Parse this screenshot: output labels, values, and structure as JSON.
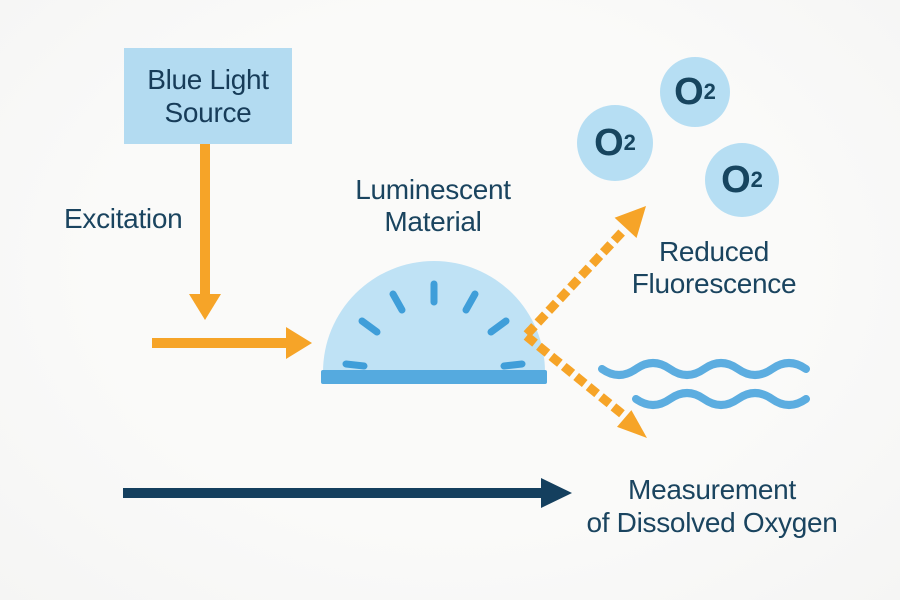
{
  "colors": {
    "background": "#f8f8f7",
    "light_blue_fill": "#b3dbf1",
    "dome_fill": "#bfe2f5",
    "accent_blue": "#47a0d8",
    "wave_blue": "#5cade0",
    "orange": "#f6a428",
    "navy_text": "#1a445f",
    "navy_arrow": "#143f5e"
  },
  "blue_light_source": {
    "line1": "Blue Light",
    "line2": "Source"
  },
  "excitation": {
    "label": "Excitation"
  },
  "luminescent_material": {
    "line1": "Luminescent",
    "line2": "Material"
  },
  "reduced_fluorescence": {
    "line1": "Reduced",
    "line2": "Fluorescence"
  },
  "measurement": {
    "line1": "Measurement",
    "line2": "of Dissolved Oxygen"
  },
  "molecules": [
    {
      "symbol": "O",
      "subscript": "2"
    },
    {
      "symbol": "O",
      "subscript": "2"
    },
    {
      "symbol": "O",
      "subscript": "2"
    }
  ],
  "icons": {
    "excitation_down_arrow": "orange-solid-arrow-down",
    "excitation_right_arrow": "orange-solid-arrow-right",
    "fluorescence_up_arrow": "orange-dashed-arrow-up-right",
    "fluorescence_down_arrow": "orange-dashed-arrow-down-right",
    "water_waves": "two-wavy-lines",
    "measurement_arrow": "navy-solid-arrow-right",
    "sensor_dome": "gauge-dome"
  }
}
